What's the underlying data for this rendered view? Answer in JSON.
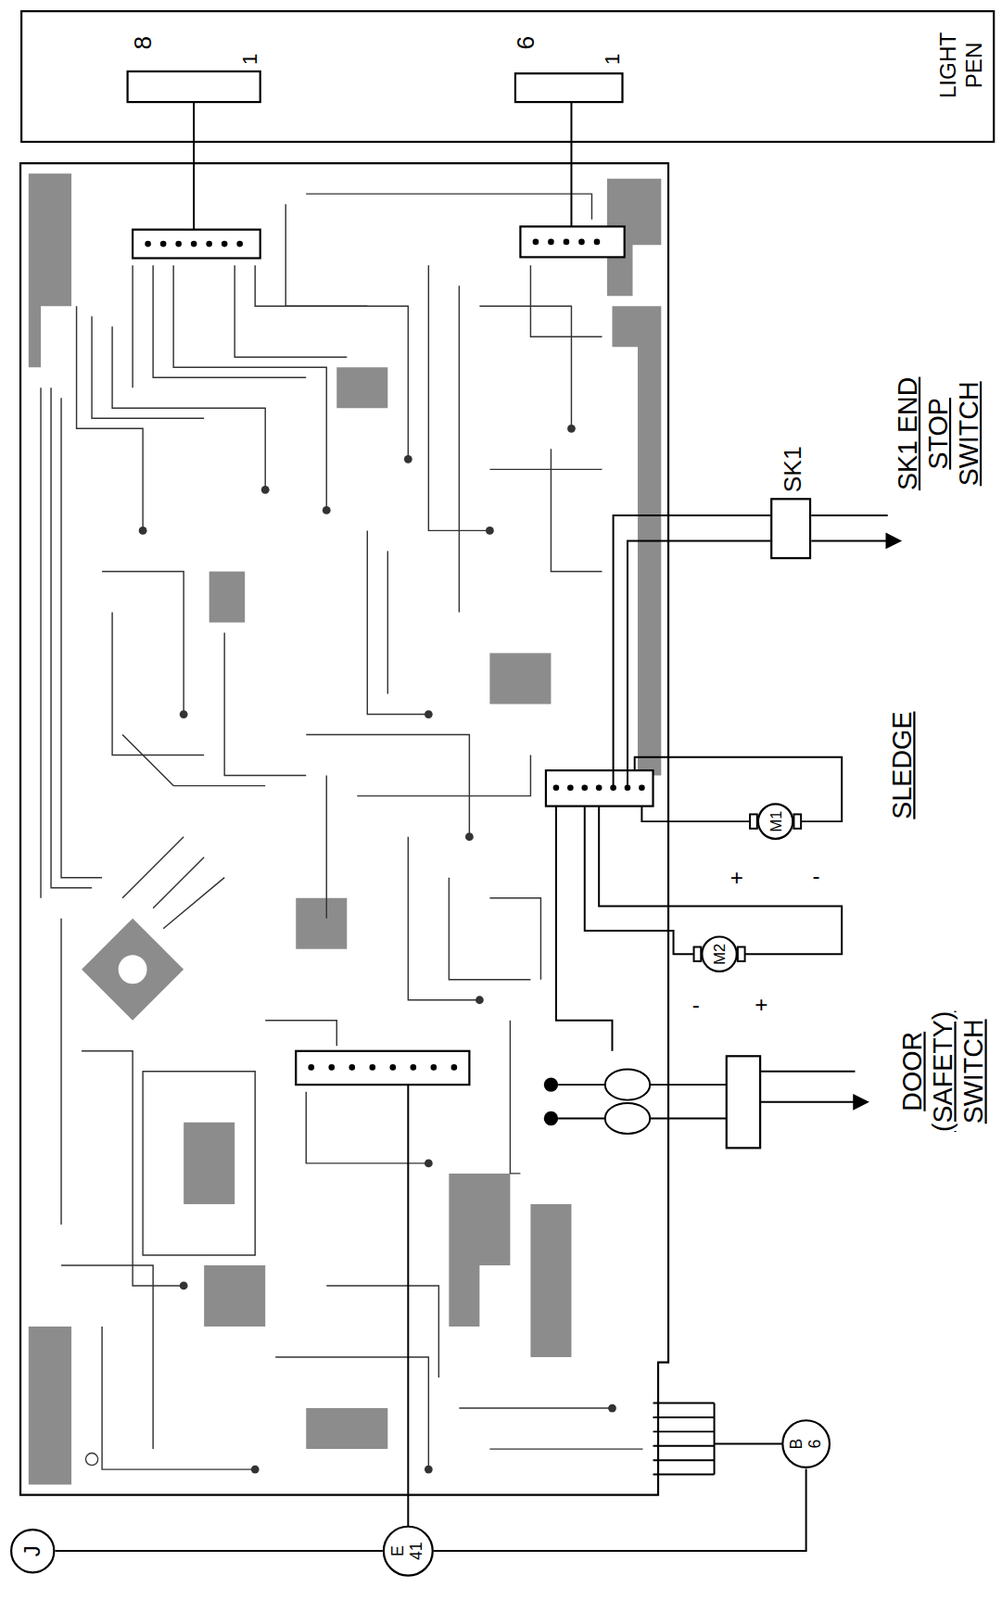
{
  "diagram": {
    "nodes": [
      {
        "text": [
          "LIGHT PEN"
        ]
      },
      {
        "text": [
          "SK1"
        ]
      },
      {
        "text": [
          "M1"
        ]
      },
      {
        "text": [
          "M2"
        ]
      },
      {
        "text": [
          "J"
        ]
      },
      {
        "text": [
          "E 41"
        ]
      },
      {
        "text": [
          "B 6"
        ]
      }
    ],
    "edges": [
      {
        "from": 4,
        "to": 5,
        "arrow": "none"
      },
      {
        "from": 5,
        "to": 6,
        "arrow": "none"
      }
    ],
    "labels": [
      "8",
      "1",
      "6",
      "1",
      "SK1 END STOP SWITCH",
      "SLEDGE",
      "+",
      "-",
      "-",
      "+",
      "DOOR (SAFETY) SWITCH"
    ]
  }
}
